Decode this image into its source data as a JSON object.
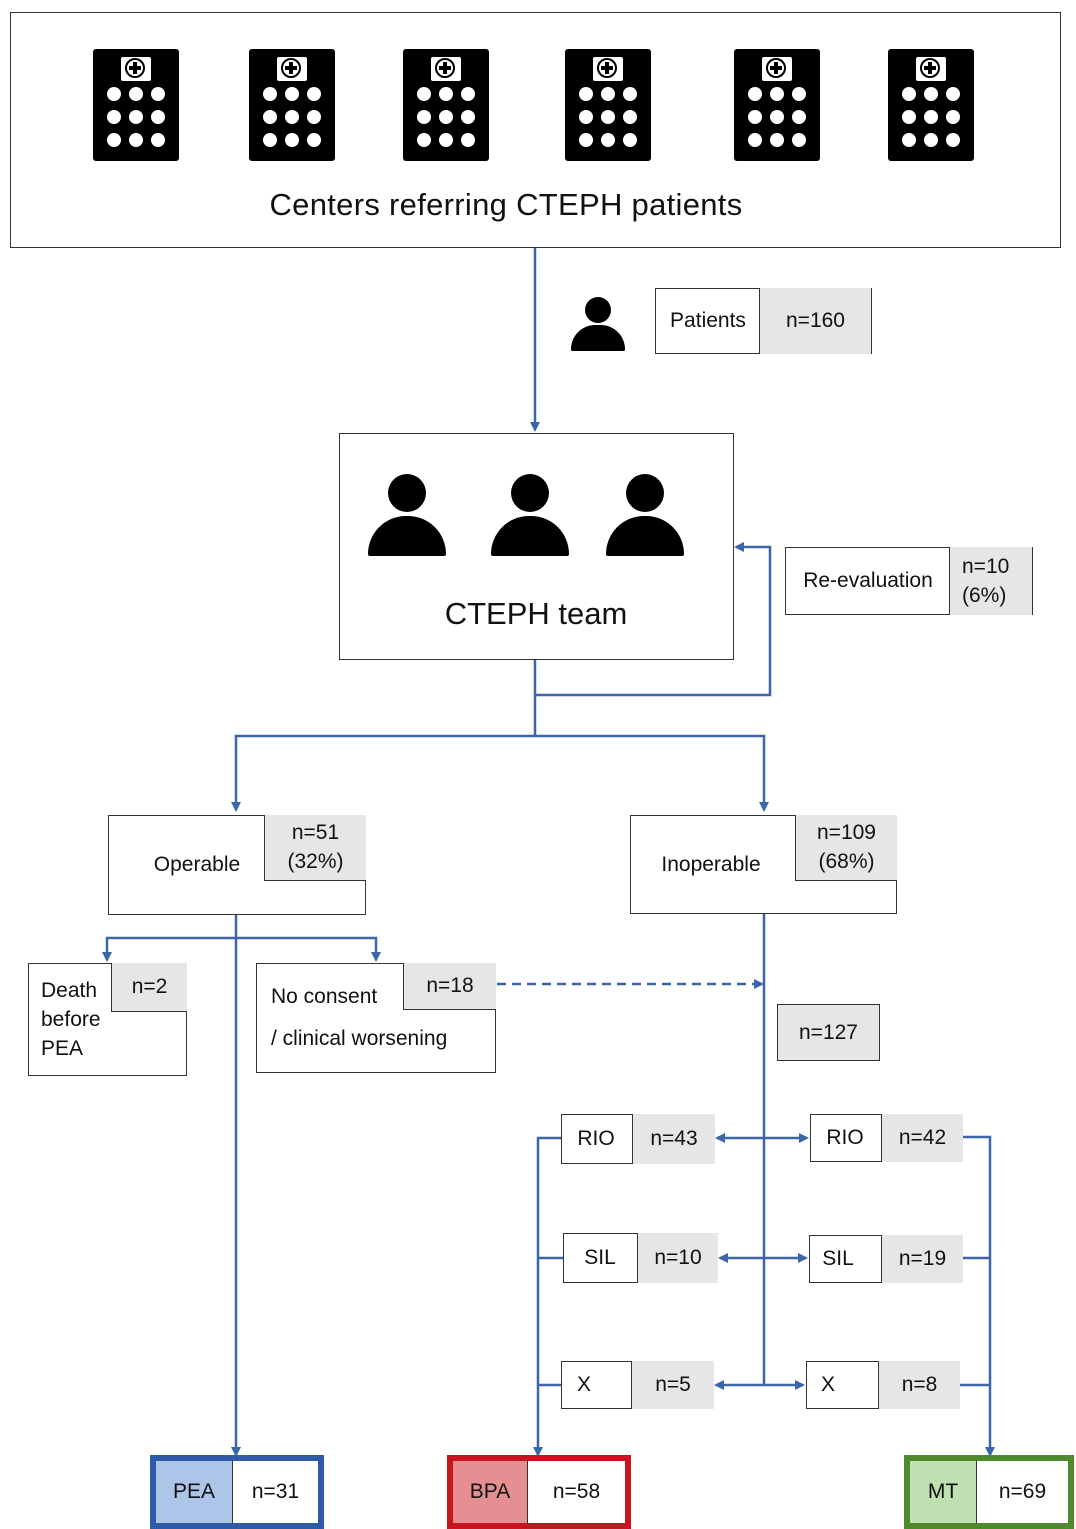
{
  "centers": {
    "label": "Centers referring CTEPH patients"
  },
  "patients": {
    "label": "Patients",
    "value": "n=160"
  },
  "team": {
    "label": "CTEPH team"
  },
  "reevaluation": {
    "label": "Re-evaluation",
    "value_line1": "n=10",
    "value_line2": "(6%)"
  },
  "operable": {
    "label": "Operable",
    "value_line1": "n=51",
    "value_line2": "(32%)"
  },
  "inoperable": {
    "label": "Inoperable",
    "value_line1": "n=109",
    "value_line2": "(68%)"
  },
  "death": {
    "line1": "Death",
    "line2": "before",
    "line3": "PEA",
    "value": "n=2"
  },
  "noconsent": {
    "line1": "No consent",
    "line2": "/ clinical worsening",
    "value": "n=18"
  },
  "total": {
    "value": "n=127"
  },
  "bpa_side": [
    {
      "label": "RIO",
      "value": "n=43"
    },
    {
      "label": "SIL",
      "value": "n=10"
    },
    {
      "label": "X",
      "value": "n=5"
    }
  ],
  "mt_side": [
    {
      "label": "RIO",
      "value": "n=42"
    },
    {
      "label": "SIL",
      "value": "n=19"
    },
    {
      "label": "X",
      "value": "n=8"
    }
  ],
  "outcomes": {
    "pea": {
      "label": "PEA",
      "value": "n=31",
      "border": "#2e5aa8",
      "fill": "#aec5ea"
    },
    "bpa": {
      "label": "BPA",
      "value": "n=58",
      "border": "#c8141e",
      "fill": "#e68f93"
    },
    "mt": {
      "label": "MT",
      "value": "n=69",
      "border": "#4f8a2f",
      "fill": "#bfe0b0"
    }
  },
  "colors": {
    "arrow": "#3d66a8"
  }
}
